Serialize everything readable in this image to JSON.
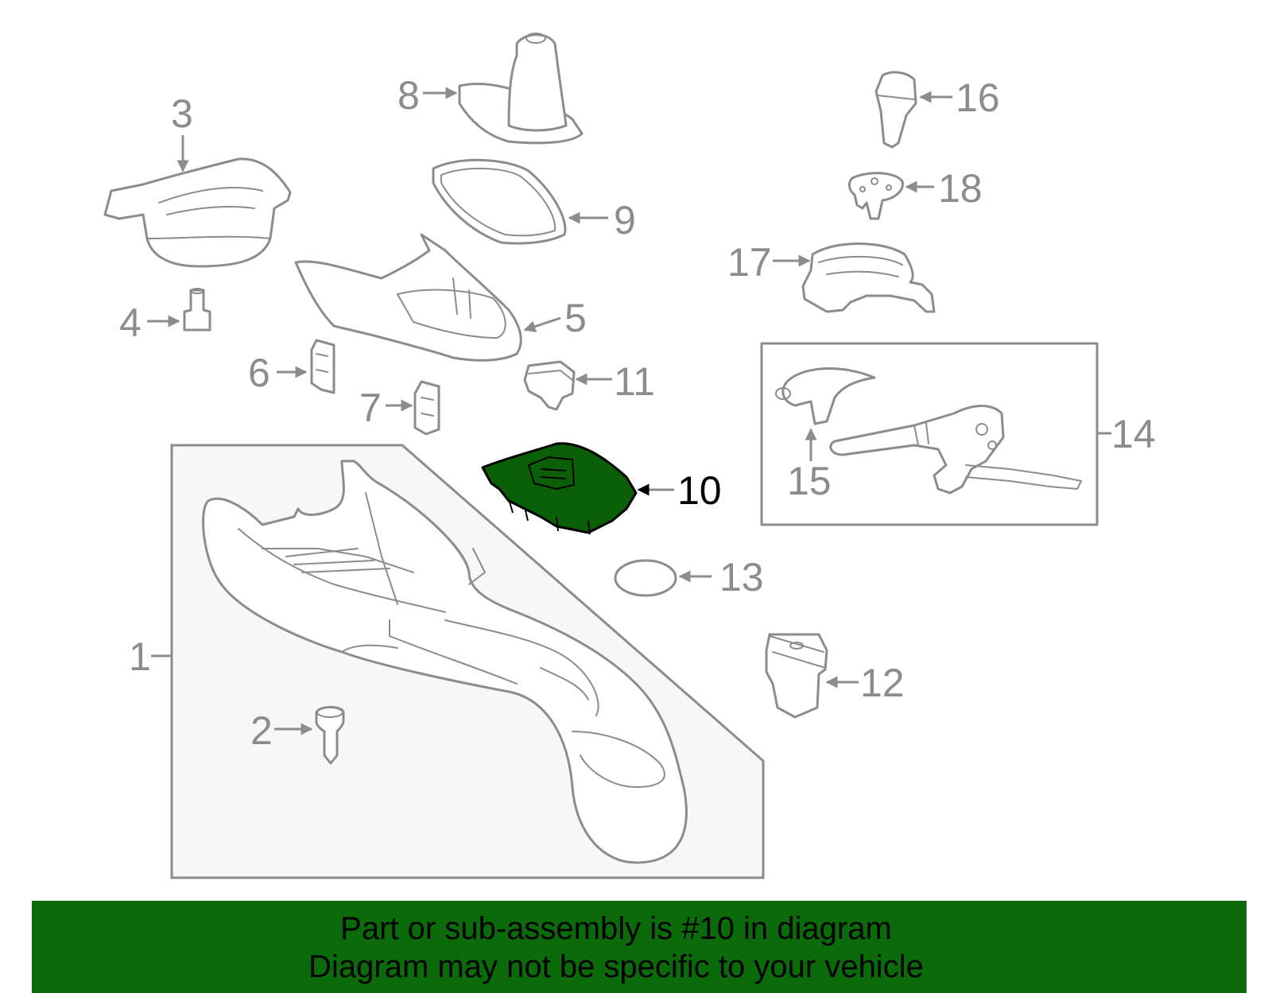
{
  "diagram": {
    "highlight_color": "#0b6b0b",
    "callouts": [
      {
        "id": "1",
        "label": "1"
      },
      {
        "id": "2",
        "label": "2"
      },
      {
        "id": "3",
        "label": "3"
      },
      {
        "id": "4",
        "label": "4"
      },
      {
        "id": "5",
        "label": "5"
      },
      {
        "id": "6",
        "label": "6"
      },
      {
        "id": "7",
        "label": "7"
      },
      {
        "id": "8",
        "label": "8"
      },
      {
        "id": "9",
        "label": "9"
      },
      {
        "id": "10",
        "label": "10",
        "highlighted": true
      },
      {
        "id": "11",
        "label": "11"
      },
      {
        "id": "12",
        "label": "12"
      },
      {
        "id": "13",
        "label": "13"
      },
      {
        "id": "14",
        "label": "14"
      },
      {
        "id": "15",
        "label": "15"
      },
      {
        "id": "16",
        "label": "16"
      },
      {
        "id": "17",
        "label": "17"
      },
      {
        "id": "18",
        "label": "18"
      }
    ]
  },
  "banner": {
    "line1": "Part or sub-assembly is #10 in diagram",
    "line2": "Diagram may not be specific to your vehicle",
    "background": "#0b6b0b"
  }
}
